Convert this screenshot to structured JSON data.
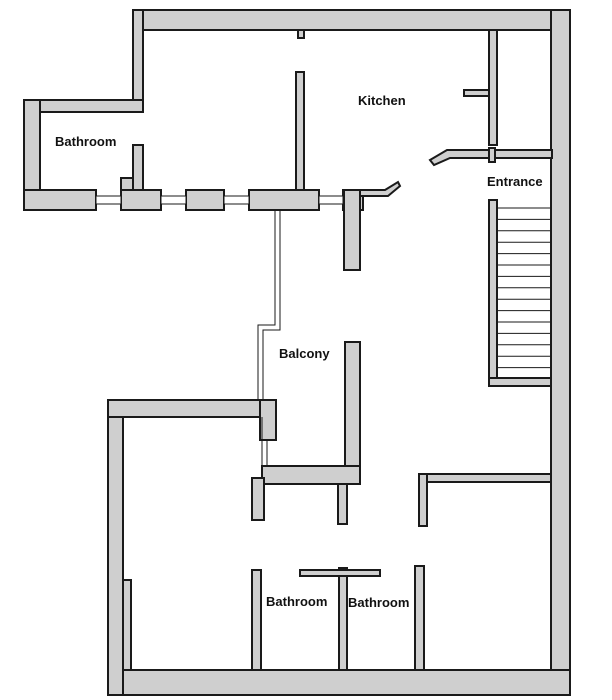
{
  "floor_plan": {
    "rooms": {
      "kitchen": "Kitchen",
      "bathroom_upper": "Bathroom",
      "entrance": "Entrance",
      "balcony": "Balcony",
      "bathroom_left": "Bathroom",
      "bathroom_right": "Bathroom"
    },
    "colors": {
      "wall_fill": "#cfcfcf",
      "wall_outline": "#1a1a1a",
      "background": "#ffffff"
    }
  }
}
